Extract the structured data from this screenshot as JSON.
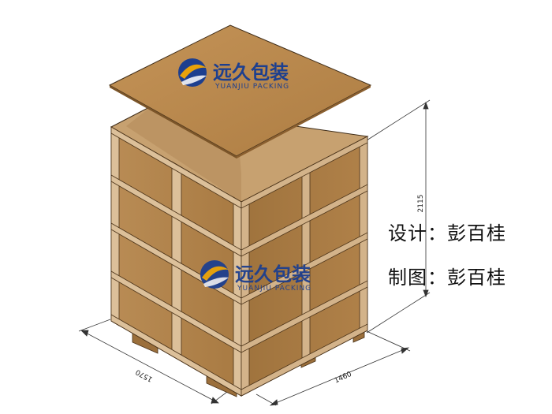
{
  "brand": {
    "name_cn": "远久包装",
    "name_en": "YUANJIU PACKING"
  },
  "dimensions": {
    "height": "2115",
    "length": "1570",
    "width": "1460"
  },
  "credits": {
    "designer_label": "设计：",
    "designer_name": "彭百桂",
    "drafter_label": "制图：",
    "drafter_name": "彭百桂"
  },
  "colors": {
    "wood_front": "#b98a50",
    "wood_side": "#a97a43",
    "wood_lid": "#b9874c",
    "plank": "#d8b98b",
    "logo_blue": "#1d3f8f",
    "logo_gold": "#e8a20a"
  }
}
